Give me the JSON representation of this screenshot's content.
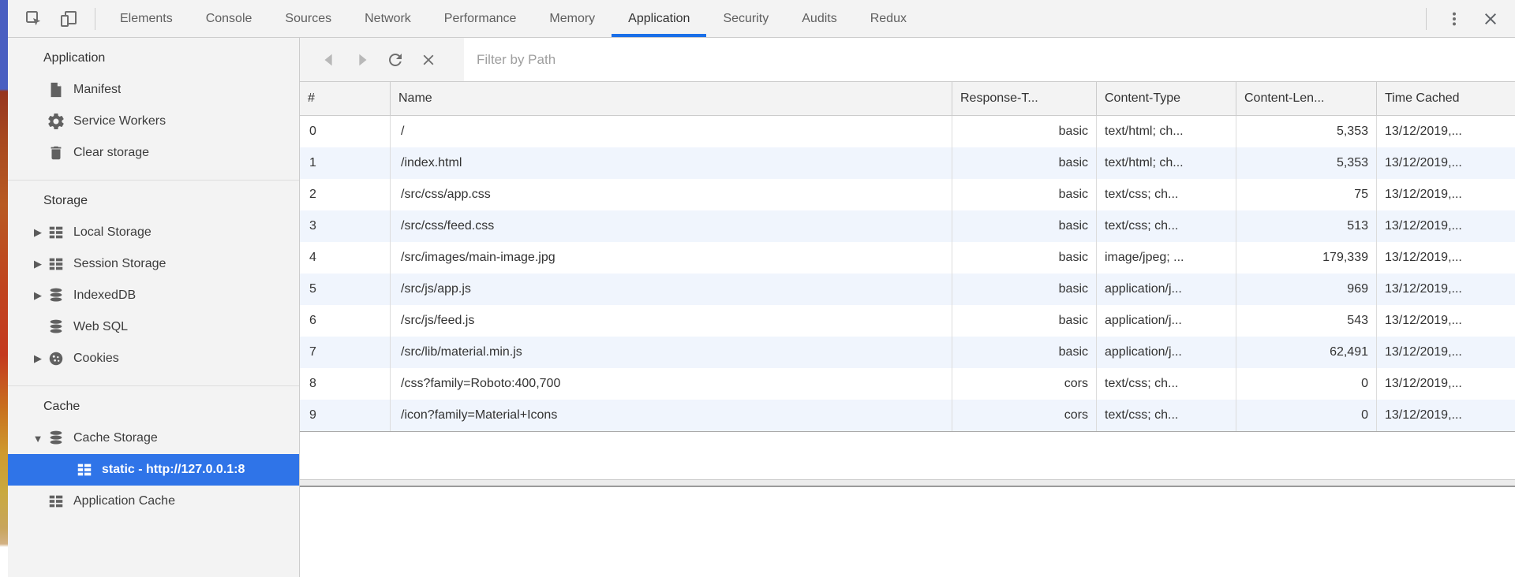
{
  "colors": {
    "accent_underline": "#1a6fe8",
    "selection_blue": "#2f74e8",
    "row_alt": "#f0f5fd",
    "chrome_surface": "#f3f3f3"
  },
  "tabbar": {
    "tabs": [
      {
        "label": "Elements"
      },
      {
        "label": "Console"
      },
      {
        "label": "Sources"
      },
      {
        "label": "Network"
      },
      {
        "label": "Performance"
      },
      {
        "label": "Memory"
      },
      {
        "label": "Application"
      },
      {
        "label": "Security"
      },
      {
        "label": "Audits"
      },
      {
        "label": "Redux"
      }
    ],
    "selected_tab": "Application"
  },
  "glyphs": {
    "collapsed": "▶",
    "expanded": "▼",
    "back": "◀",
    "forward": "▶"
  },
  "sidebar": {
    "sections": [
      {
        "title": "Application",
        "items": [
          {
            "label": "Manifest",
            "icon": "file-icon"
          },
          {
            "label": "Service Workers",
            "icon": "gear-icon"
          },
          {
            "label": "Clear storage",
            "icon": "trash-icon"
          }
        ]
      },
      {
        "title": "Storage",
        "items": [
          {
            "label": "Local Storage",
            "icon": "table-icon",
            "arrow": "▶"
          },
          {
            "label": "Session Storage",
            "icon": "table-icon",
            "arrow": "▶"
          },
          {
            "label": "IndexedDB",
            "icon": "database-icon",
            "arrow": "▶"
          },
          {
            "label": "Web SQL",
            "icon": "database-icon",
            "arrow": ""
          },
          {
            "label": "Cookies",
            "icon": "cookie-icon",
            "arrow": "▶"
          }
        ]
      },
      {
        "title": "Cache",
        "items": [
          {
            "label": "Cache Storage",
            "icon": "database-icon",
            "arrow": "▼"
          },
          {
            "label": "static - http://127.0.0.1:8",
            "icon": "table-icon",
            "selected": true
          },
          {
            "label": "Application Cache",
            "icon": "table-icon",
            "arrow": ""
          }
        ]
      }
    ]
  },
  "filterbar": {
    "placeholder": "Filter by Path"
  },
  "table": {
    "columns": [
      "#",
      "Name",
      "Response-T...",
      "Content-Type",
      "Content-Len...",
      "Time Cached"
    ],
    "rows": [
      {
        "num": "0",
        "name": "/",
        "response_type": "basic",
        "content_type": "text/html; ch...",
        "content_length": "5,353",
        "time_cached": "13/12/2019,..."
      },
      {
        "num": "1",
        "name": "/index.html",
        "response_type": "basic",
        "content_type": "text/html; ch...",
        "content_length": "5,353",
        "time_cached": "13/12/2019,..."
      },
      {
        "num": "2",
        "name": "/src/css/app.css",
        "response_type": "basic",
        "content_type": "text/css; ch...",
        "content_length": "75",
        "time_cached": "13/12/2019,..."
      },
      {
        "num": "3",
        "name": "/src/css/feed.css",
        "response_type": "basic",
        "content_type": "text/css; ch...",
        "content_length": "513",
        "time_cached": "13/12/2019,..."
      },
      {
        "num": "4",
        "name": "/src/images/main-image.jpg",
        "response_type": "basic",
        "content_type": "image/jpeg; ...",
        "content_length": "179,339",
        "time_cached": "13/12/2019,..."
      },
      {
        "num": "5",
        "name": "/src/js/app.js",
        "response_type": "basic",
        "content_type": "application/j...",
        "content_length": "969",
        "time_cached": "13/12/2019,..."
      },
      {
        "num": "6",
        "name": "/src/js/feed.js",
        "response_type": "basic",
        "content_type": "application/j...",
        "content_length": "543",
        "time_cached": "13/12/2019,..."
      },
      {
        "num": "7",
        "name": "/src/lib/material.min.js",
        "response_type": "basic",
        "content_type": "application/j...",
        "content_length": "62,491",
        "time_cached": "13/12/2019,..."
      },
      {
        "num": "8",
        "name": "/css?family=Roboto:400,700",
        "response_type": "cors",
        "content_type": "text/css; ch...",
        "content_length": "0",
        "time_cached": "13/12/2019,..."
      },
      {
        "num": "9",
        "name": "/icon?family=Material+Icons",
        "response_type": "cors",
        "content_type": "text/css; ch...",
        "content_length": "0",
        "time_cached": "13/12/2019,..."
      }
    ]
  }
}
